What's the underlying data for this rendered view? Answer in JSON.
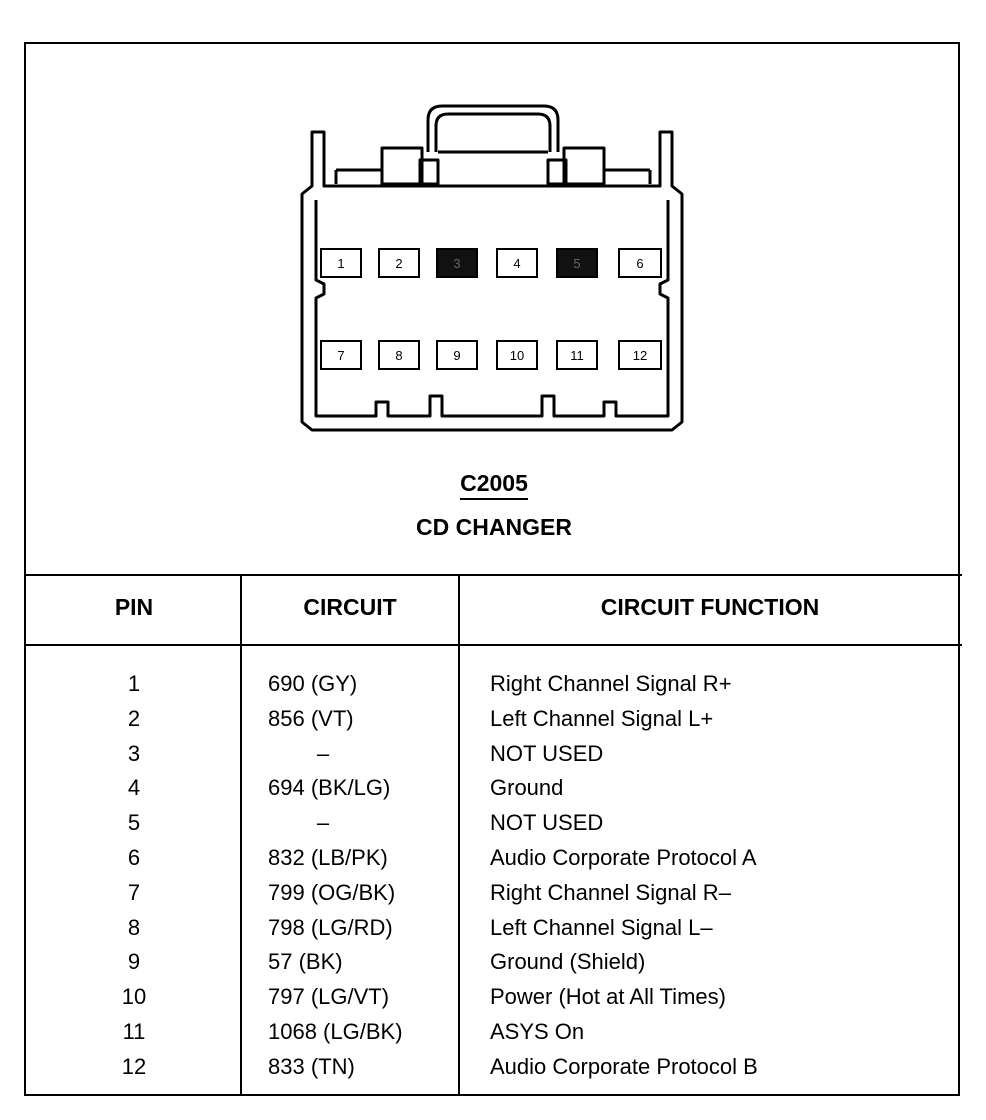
{
  "connector": {
    "id": "C2005",
    "name": "CD CHANGER",
    "pins_top": [
      {
        "label": "1",
        "used": true
      },
      {
        "label": "2",
        "used": true
      },
      {
        "label": "3",
        "used": false
      },
      {
        "label": "4",
        "used": true
      },
      {
        "label": "5",
        "used": false
      },
      {
        "label": "6",
        "used": true
      }
    ],
    "pins_bottom": [
      {
        "label": "7",
        "used": true
      },
      {
        "label": "8",
        "used": true
      },
      {
        "label": "9",
        "used": true
      },
      {
        "label": "10",
        "used": true
      },
      {
        "label": "11",
        "used": true
      },
      {
        "label": "12",
        "used": true
      }
    ]
  },
  "table": {
    "headers": {
      "pin": "PIN",
      "circuit": "CIRCUIT",
      "function": "CIRCUIT FUNCTION"
    },
    "rows": [
      {
        "pin": "1",
        "circuit": "690 (GY)",
        "function": "Right Channel Signal R+"
      },
      {
        "pin": "2",
        "circuit": "856 (VT)",
        "function": "Left Channel Signal L+"
      },
      {
        "pin": "3",
        "circuit": "        –",
        "function": "NOT USED"
      },
      {
        "pin": "4",
        "circuit": "694 (BK/LG)",
        "function": "Ground"
      },
      {
        "pin": "5",
        "circuit": "        –",
        "function": "NOT USED"
      },
      {
        "pin": "6",
        "circuit": "832 (LB/PK)",
        "function": "Audio Corporate Protocol A"
      },
      {
        "pin": "7",
        "circuit": "799 (OG/BK)",
        "function": "Right Channel Signal R–"
      },
      {
        "pin": "8",
        "circuit": "798 (LG/RD)",
        "function": "Left Channel Signal L–"
      },
      {
        "pin": "9",
        "circuit": "57 (BK)",
        "function": "Ground (Shield)"
      },
      {
        "pin": "10",
        "circuit": "797 (LG/VT)",
        "function": "Power (Hot at All Times)"
      },
      {
        "pin": "11",
        "circuit": "1068 (LG/BK)",
        "function": "ASYS On"
      },
      {
        "pin": "12",
        "circuit": "833 (TN)",
        "function": "Audio Corporate Protocol B"
      }
    ]
  }
}
